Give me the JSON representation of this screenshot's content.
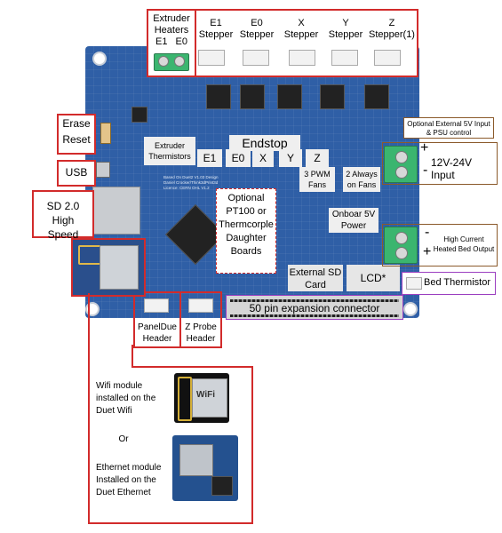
{
  "colors": {
    "board": "#2f5fa6",
    "callout_red": "#d22b2b",
    "callout_brown": "#8b5a2b",
    "callout_purple": "#9b3fc0",
    "terminal_green": "#3bb56f"
  },
  "top": {
    "extruder_heaters": "Extruder Heaters",
    "e1": "E1",
    "e0": "E0",
    "steppers": [
      "E1 Stepper",
      "E0 Stepper",
      "X Stepper",
      "Y Stepper",
      "Z Stepper(1)"
    ]
  },
  "left": {
    "erase": "Erase",
    "reset": "Reset",
    "usb": "USB",
    "sd": "SD 2.0 High Speed"
  },
  "board_labels": {
    "extruder_thermistors": "Extruder Thermistors",
    "endstop": "Endstop",
    "endstop_axes": [
      "E1",
      "E0",
      "X",
      "Y",
      "Z"
    ],
    "pt100": "Optional PT100 or Thermcorple Daughter Boards",
    "pwm_fans": "3 PWM Fans",
    "always_on_fans": "2 Always on Fans",
    "onboard_5v": "Onboar 5V Power",
    "external_sd": "External SD Card",
    "lcd": "LCD*",
    "expansion": "50 pin expansion connector",
    "silk_text": "Based On Duet2 V1.03 Design Daniel Crocker/Think3dPrint3d Licence: CERN OHL V1.2"
  },
  "right": {
    "optional_5v": "Optional External 5V Input & PSU control",
    "power_input": "12V-24V Input",
    "plus": "+",
    "minus": "-",
    "heated_bed": "High Current Heated Bed Output",
    "bed_thermistor": "Bed Thermistor"
  },
  "bottom": {
    "paneldue": "PanelDue Header",
    "zprobe": "Z Probe Header",
    "wifi_text": "Wifi module installed on the Duet Wifi",
    "or": "Or",
    "ethernet_text": "Ethernet module Installed on the Duet Ethernet",
    "wifi_logo": "WiFi"
  }
}
